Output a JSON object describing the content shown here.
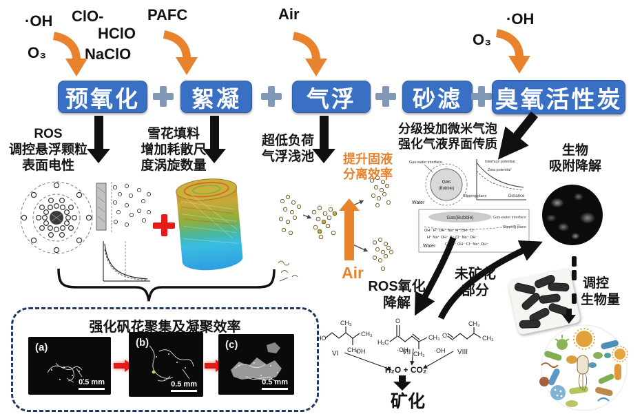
{
  "colors": {
    "stage_blue": "#3a70c4",
    "plus_gray": "#8198b6",
    "arrow_orange": "#e8822d",
    "highlight_orange": "#e8822d",
    "red_accent": "#e41b17",
    "dashed_navy": "#1f3864"
  },
  "reagents": {
    "oh_left": "·OH",
    "o3_left": "O₃",
    "clo": "ClO-",
    "hclo": "HClO",
    "naclo": "NaClO",
    "pafc": "PAFC",
    "air": "Air",
    "oh_right": "·OH",
    "o3_right": "O₃"
  },
  "stages": [
    {
      "label": "预氧化"
    },
    {
      "label": "絮凝"
    },
    {
      "label": "气浮"
    },
    {
      "label": "砂滤"
    },
    {
      "label": "臭氧活性炭"
    }
  ],
  "notes": {
    "preoxidation": "ROS\n调控悬浮颗粒\n表面电性",
    "flocculation": "雪花填料\n增加耗散尺\n度涡旋数量",
    "flotation": "超低负荷\n气浮浅池",
    "flotation_benefit": "提升固液\n分离效率",
    "sand_filter": "分级投加微米气泡\n强化气液界面传质",
    "biology": "生物\n吸附降解",
    "ros_oxidation": "ROS氧化\n降解",
    "unmineralized": "未矿化\n部分",
    "regulate_line1": "调控",
    "regulate_line2": "生物量",
    "air_bottom": "Air"
  },
  "floc_box": {
    "title": "强化矾花聚集及凝聚效率",
    "panels": [
      {
        "tag": "(a)",
        "scale": "0.5 mm"
      },
      {
        "tag": "(b)",
        "scale": "0.5 mm"
      },
      {
        "tag": "(c)",
        "scale": "0.5 mm"
      }
    ]
  },
  "chemistry": {
    "mol_vi": {
      "id": "VI",
      "ho": "HO",
      "ch3_top": "CH₃",
      "ch3_right": "CH₃",
      "ch3_bottom": "CH₃"
    },
    "mol_vii": {
      "id": "VII",
      "h3c": "H₃C",
      "o": "O",
      "ch3_right": "CH₃",
      "ch3_bottom": "CH₃"
    },
    "mol_viii": {
      "id": "VIII",
      "o": "O",
      "ch3_top": "CH₃",
      "ch3_right": "CH₃"
    },
    "oh_radical": "·OH",
    "products": "H₂O + CO₂",
    "mineralization": "矿化"
  },
  "bubble_diagram": {
    "gas": "Gas",
    "bubble": "(Bubble)",
    "water": "Water",
    "gas_water_interface": "Gas-water interface",
    "interface_potential": "Interface potential",
    "zeta_potential": "Zeta potential",
    "slipping_plane": "Slipping plane",
    "distance": "Distance"
  },
  "ion_diagram": {
    "bubble": "Gas(Bubble)",
    "gas_water_interface": "Gas-water interface",
    "slipping_plane": "Slipping plane",
    "water": "Water",
    "ions_row1": "OH⁻  H⁺  OH⁻  Na⁺  H⁺  OH⁻  Cl⁻",
    "ions_row2": "H⁺  Na⁺  OH⁻  H⁺  Cl⁻  Na⁺  OH⁻",
    "ions_row3": "Cl⁻  H⁺  OH⁻  Cl⁻  Na⁺  OH⁻"
  }
}
